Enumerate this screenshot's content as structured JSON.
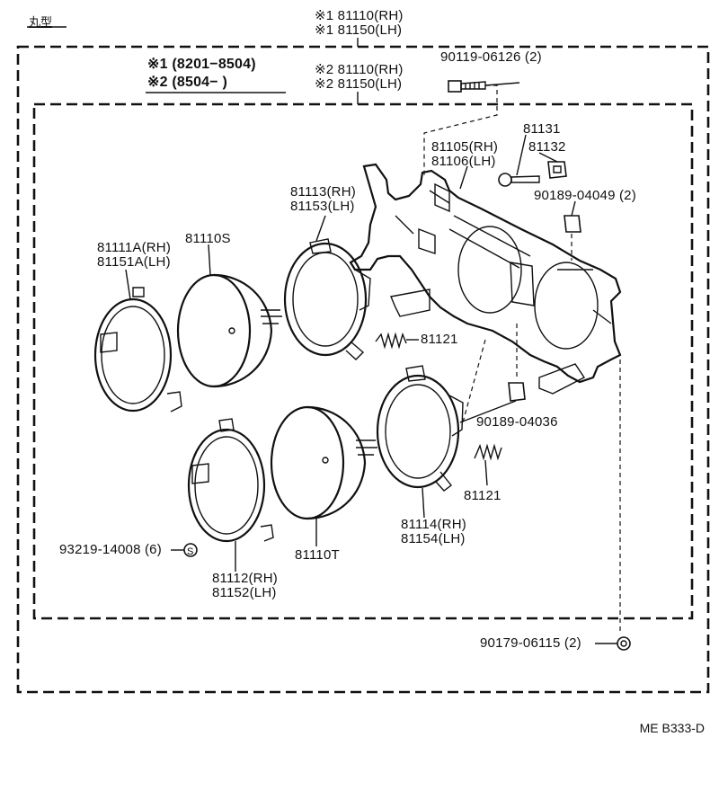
{
  "header": {
    "title": "丸型",
    "legend": [
      "※1 (8201−8504)",
      "※2 (8504−    )"
    ]
  },
  "top_labels": {
    "a1": "※1 81110(RH)",
    "a2": "※1 81150(LH)",
    "b1": "※2 81110(RH)",
    "b2": "※2 81150(LH)"
  },
  "parts": {
    "p90119": "90119-06126 (2)",
    "p81131": "81131",
    "p81132": "81132",
    "p81105": "81105(RH)",
    "p81106": "81106(LH)",
    "p90189a": "90189-04049 (2)",
    "p81113": "81113(RH)",
    "p81153": "81153(LH)",
    "p81111a": "81111A(RH)",
    "p81151a": "81151A(LH)",
    "p81110s": "81110S",
    "p81121a": "81121",
    "p90189b": "90189-04036",
    "p81121b": "81121",
    "p81114": "81114(RH)",
    "p81154": "81154(LH)",
    "p93219": "93219-14008 (6)",
    "p81110t": "81110T",
    "p81112": "81112(RH)",
    "p81152": "81152(LH)",
    "p90179": "90179-06115 (2)"
  },
  "footer": {
    "drawing_code": "ME B333-D"
  }
}
